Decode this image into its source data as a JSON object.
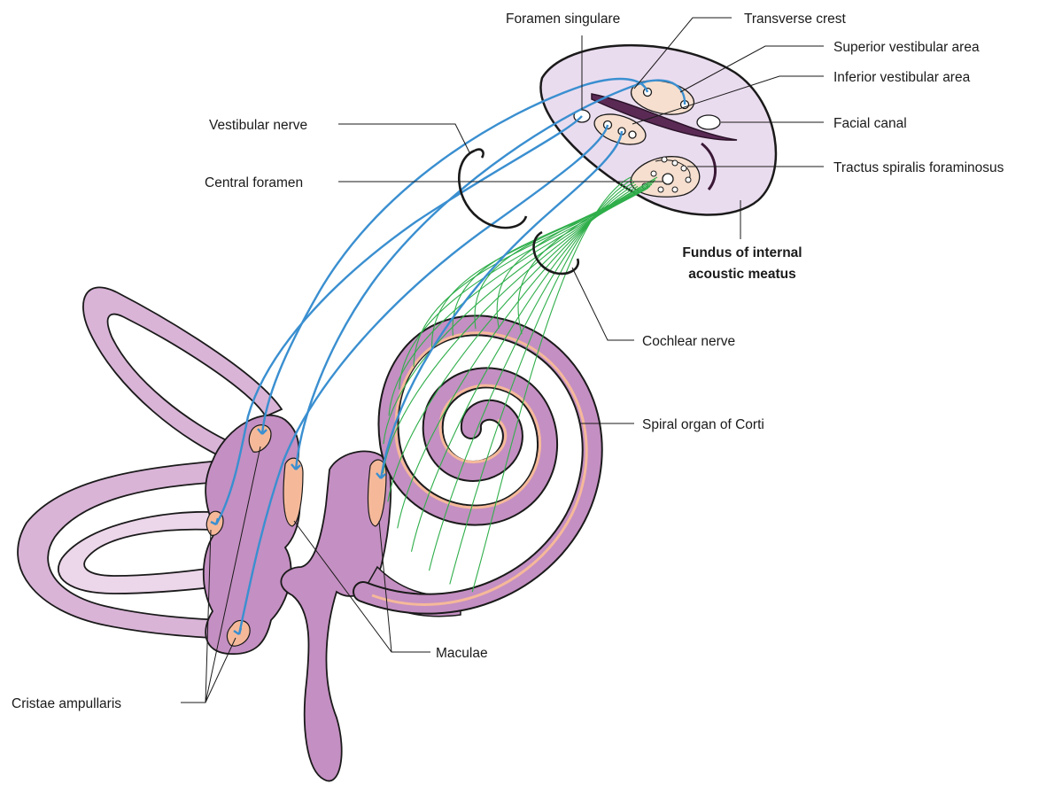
{
  "labels": {
    "foramen_singulare": "Foramen singulare",
    "transverse_crest": "Transverse crest",
    "superior_vestibular_area": "Superior vestibular area",
    "inferior_vestibular_area": "Inferior vestibular area",
    "vestibular_nerve": "Vestibular nerve",
    "facial_canal": "Facial canal",
    "central_foramen": "Central foramen",
    "tractus_spiralis_foraminosus": "Tractus spiralis foraminosus",
    "fundus_line1": "Fundus of internal",
    "fundus_line2": "acoustic meatus",
    "cochlear_nerve": "Cochlear nerve",
    "spiral_organ": "Spiral organ of Corti",
    "maculae": "Maculae",
    "cristae_ampullaris": "Cristae ampullaris"
  },
  "colors": {
    "labyrinth_fill": "#c48fc2",
    "labyrinth_light": "#e6cde5",
    "sensory_patch": "#f5b99a",
    "vestibular_nerve_fibers": "#3a8fd0",
    "cochlear_nerve_fibers": "#2fae4a",
    "fundus_fill": "#eadcef",
    "area_fill": "#f6dfcf"
  }
}
